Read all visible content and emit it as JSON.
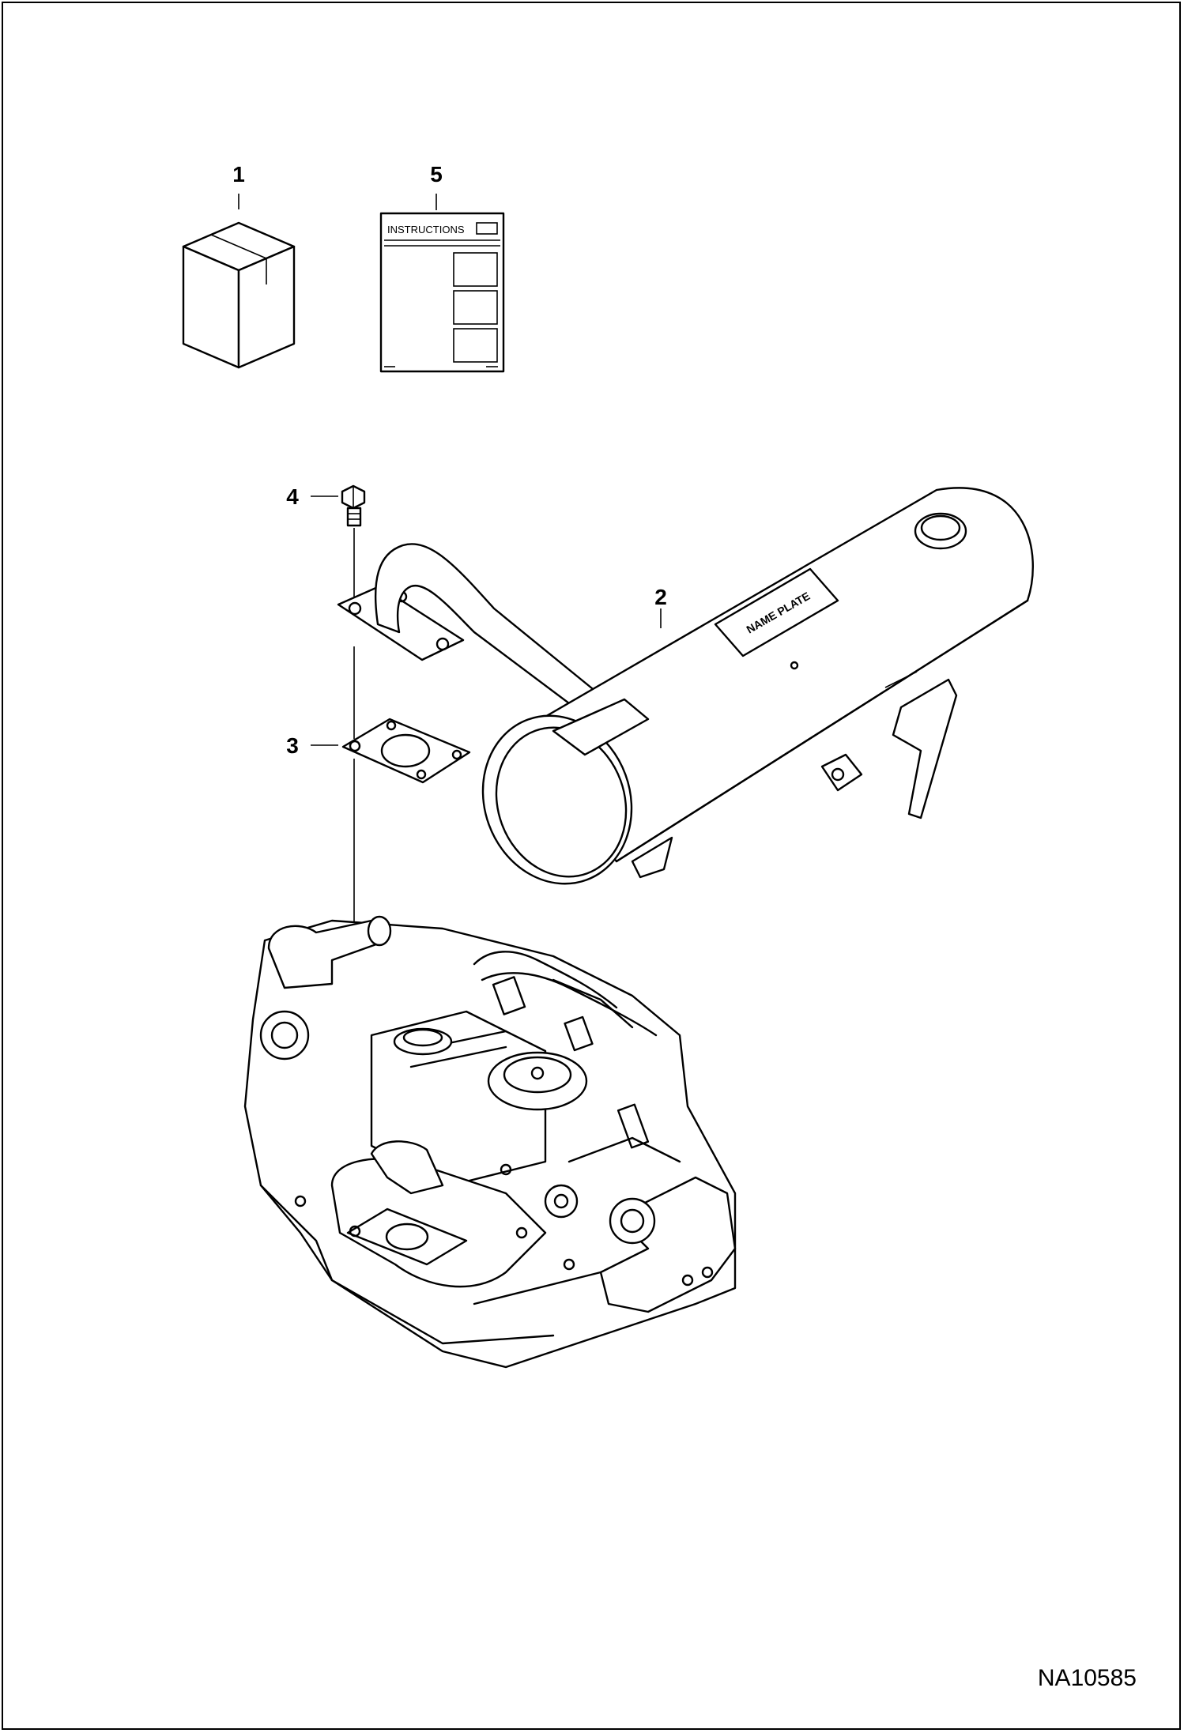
{
  "callouts": {
    "item1": "1",
    "item2": "2",
    "item3": "3",
    "item4": "4",
    "item5": "5"
  },
  "instructions_sheet": {
    "title": "INSTRUCTIONS"
  },
  "muffler_label": "NAME PLATE",
  "drawing_id": "NA10585",
  "colors": {
    "line": "#000000",
    "background": "#ffffff"
  }
}
